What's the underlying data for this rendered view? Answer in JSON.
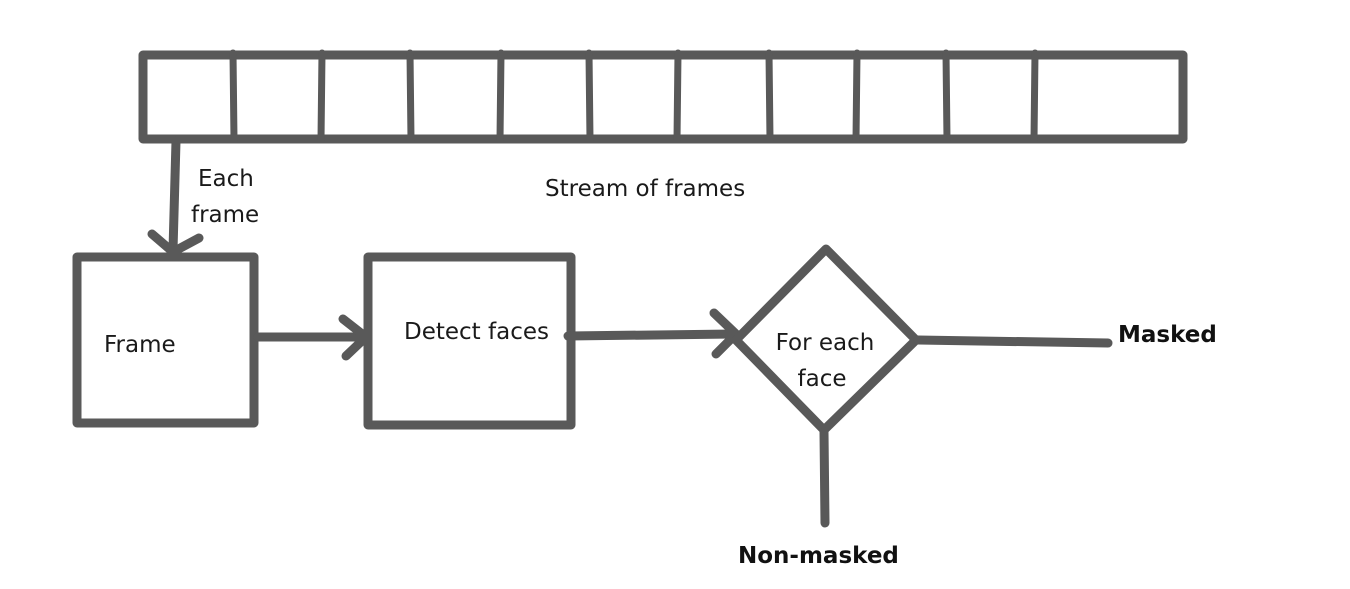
{
  "diagram": {
    "stream_label": "Stream of frames",
    "each_frame_line1": "Each",
    "each_frame_line2": "frame",
    "frame_label": "Frame",
    "detect_label": "Detect faces",
    "foreach_line1": "For each",
    "foreach_line2": "face",
    "masked_label": "Masked",
    "nonmasked_label": "Non-masked",
    "stroke_color": "#595959",
    "frame_cell_count": 11
  }
}
